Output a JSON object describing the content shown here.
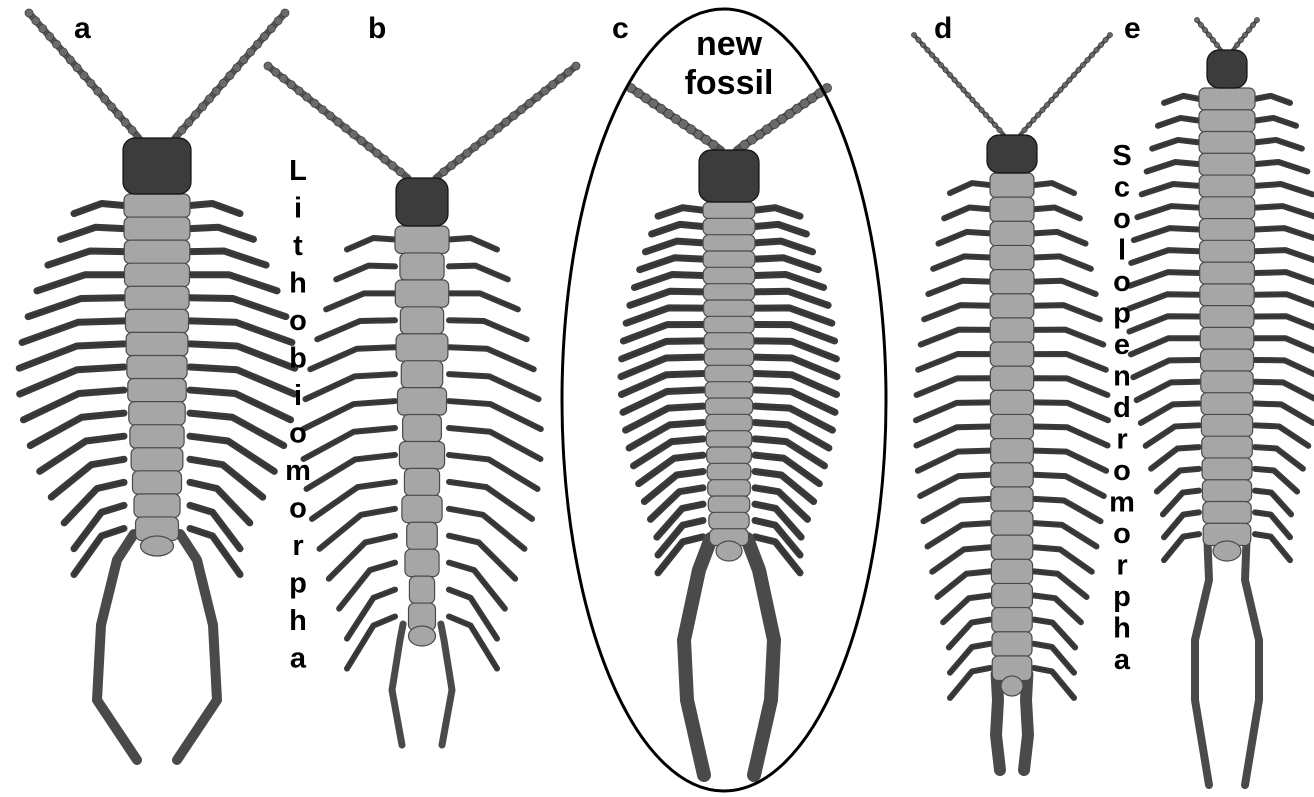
{
  "panels": [
    {
      "id": "a",
      "label": "a"
    },
    {
      "id": "b",
      "label": "b"
    },
    {
      "id": "c",
      "label": "c"
    },
    {
      "id": "d",
      "label": "d"
    },
    {
      "id": "e",
      "label": "e"
    }
  ],
  "callout": {
    "line1": "new",
    "line2": "fossil"
  },
  "groups": {
    "lithobiomorpha": "Lithobiomorpha",
    "scolopendromorpha": "Scolopendromorpha"
  },
  "colors": {
    "body": "#a6a6a6",
    "head": "#3c3c3c",
    "legs": "#7a7a7a",
    "ultimate_legs": "#4a4a4a",
    "outline": "#000000"
  }
}
